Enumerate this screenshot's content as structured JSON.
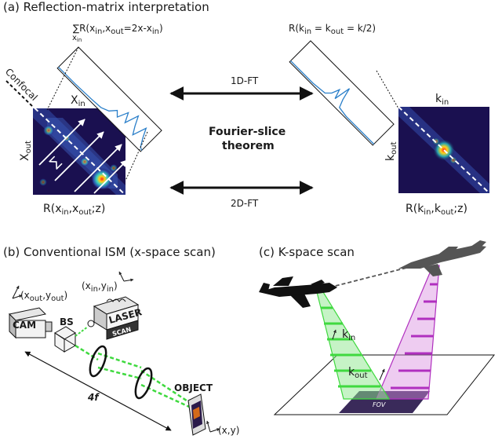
{
  "panel_a": {
    "title": "(a) Reflection-matrix interpretation",
    "sum_formula": "∑R(x",
    "sum_formula_rest": "in",
    "sum_formula_tail": ",x",
    "sum_formula_out": "out",
    "sum_formula_end": "=2x-x",
    "sum_formula_in2": "in",
    "sum_formula_close": ")",
    "sum_subscript": "x",
    "sum_subscript_sub": "in",
    "right_formula": "R(k",
    "right_formula_in": "in",
    "right_formula_mid": " = k",
    "right_formula_out": "out",
    "right_formula_end": " = k/2)",
    "confocal": "Confocal",
    "x_in": "X",
    "x_in_sub": "in",
    "x_out": "X",
    "x_out_sub": "out",
    "sum_glyph": "∑",
    "k_in": "k",
    "k_in_sub": "in",
    "k_out": "k",
    "k_out_sub": "out",
    "ft1": "1D-FT",
    "ft2": "2D-FT",
    "theorem_line1": "Fourier-slice",
    "theorem_line2": "theorem",
    "left_matrix_label": "R(x",
    "left_matrix_in": "in",
    "left_matrix_mid": ",x",
    "left_matrix_out": "out",
    "left_matrix_end": ";z)",
    "right_matrix_label": "R(k",
    "right_matrix_in": "in",
    "right_matrix_mid": ",k",
    "right_matrix_out": "out",
    "right_matrix_end": ";z)"
  },
  "panel_b": {
    "title": "(b) Conventional ISM (x-space scan)",
    "xout_label": "(x",
    "xout_sub": "out",
    "xout_mid": ",y",
    "yout_sub": "out",
    "xout_end": ")",
    "xin_label": "(x",
    "xin_sub": "in",
    "xin_mid": ",y",
    "yin_sub": "in",
    "xin_end": ")",
    "cam": "CAM",
    "bs": "BS",
    "laser": "LASER",
    "scan": "SCAN",
    "object": "OBJECT",
    "four_f": "4f",
    "xy_label": "(x,y)"
  },
  "panel_c": {
    "title": "(c) K-space scan",
    "k_in": "k",
    "k_in_sub": "in",
    "k_out": "k",
    "k_out_sub": "out",
    "fov": "FOV"
  },
  "colors": {
    "green_beam": "#3fd93f",
    "magenta_beam": "#b02fbf",
    "matrix_bg": "#1a1050",
    "signal": "#2a7fc9",
    "fov": "#3a2a5a"
  }
}
